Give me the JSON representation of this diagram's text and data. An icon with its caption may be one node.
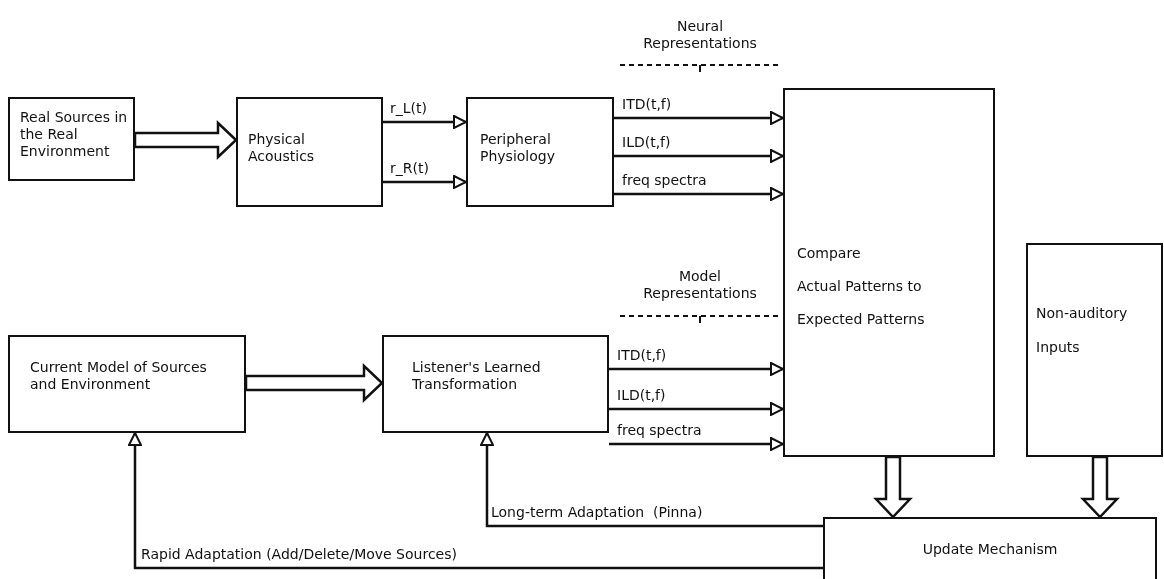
{
  "diagram": {
    "nodes": [
      {
        "text": [
          "Real Sources in the Real Environment"
        ]
      },
      {
        "text": [
          "Physical Acoustics"
        ]
      },
      {
        "text": [
          "Peripheral Physiology"
        ]
      },
      {
        "text": [
          "Compare",
          "Actual Patterns to",
          "Expected Patterns"
        ]
      },
      {
        "text": [
          "Current Model of Sources and Environment"
        ]
      },
      {
        "text": [
          "Listener's Learned Transformation"
        ]
      },
      {
        "text": [
          "Non-auditory Inputs"
        ]
      },
      {
        "text": [
          "Update Mechanism"
        ]
      }
    ],
    "edges": [
      {
        "from": 0,
        "to": 1,
        "arrow": "to",
        "style": "thick"
      },
      {
        "from": 1,
        "to": 2,
        "arrow": "to",
        "label": "r_L(t)"
      },
      {
        "from": 1,
        "to": 2,
        "arrow": "to",
        "label": "r_R(t)"
      },
      {
        "from": 2,
        "to": 3,
        "arrow": "to",
        "label": "ITD(t,f)"
      },
      {
        "from": 2,
        "to": 3,
        "arrow": "to",
        "label": "ILD(t,f)"
      },
      {
        "from": 2,
        "to": 3,
        "arrow": "to",
        "label": "freq spectra"
      },
      {
        "from": 4,
        "to": 5,
        "arrow": "to",
        "style": "thick"
      },
      {
        "from": 5,
        "to": 3,
        "arrow": "to",
        "label": "ITD(t,f)"
      },
      {
        "from": 5,
        "to": 3,
        "arrow": "to",
        "label": "ILD(t,f)"
      },
      {
        "from": 5,
        "to": 3,
        "arrow": "to",
        "label": "freq spectra"
      },
      {
        "from": 3,
        "to": 7,
        "arrow": "to",
        "style": "thick"
      },
      {
        "from": 6,
        "to": 7,
        "arrow": "to",
        "style": "thick"
      },
      {
        "from": 7,
        "to": 5,
        "arrow": "to",
        "label": "Long-term Adaptation  (Pinna)"
      },
      {
        "from": 7,
        "to": 4,
        "arrow": "to",
        "label": "Rapid Adaptation (Add/Delete/Move Sources)"
      }
    ],
    "labels": [
      "Neural Representations",
      "Model Representations"
    ]
  }
}
